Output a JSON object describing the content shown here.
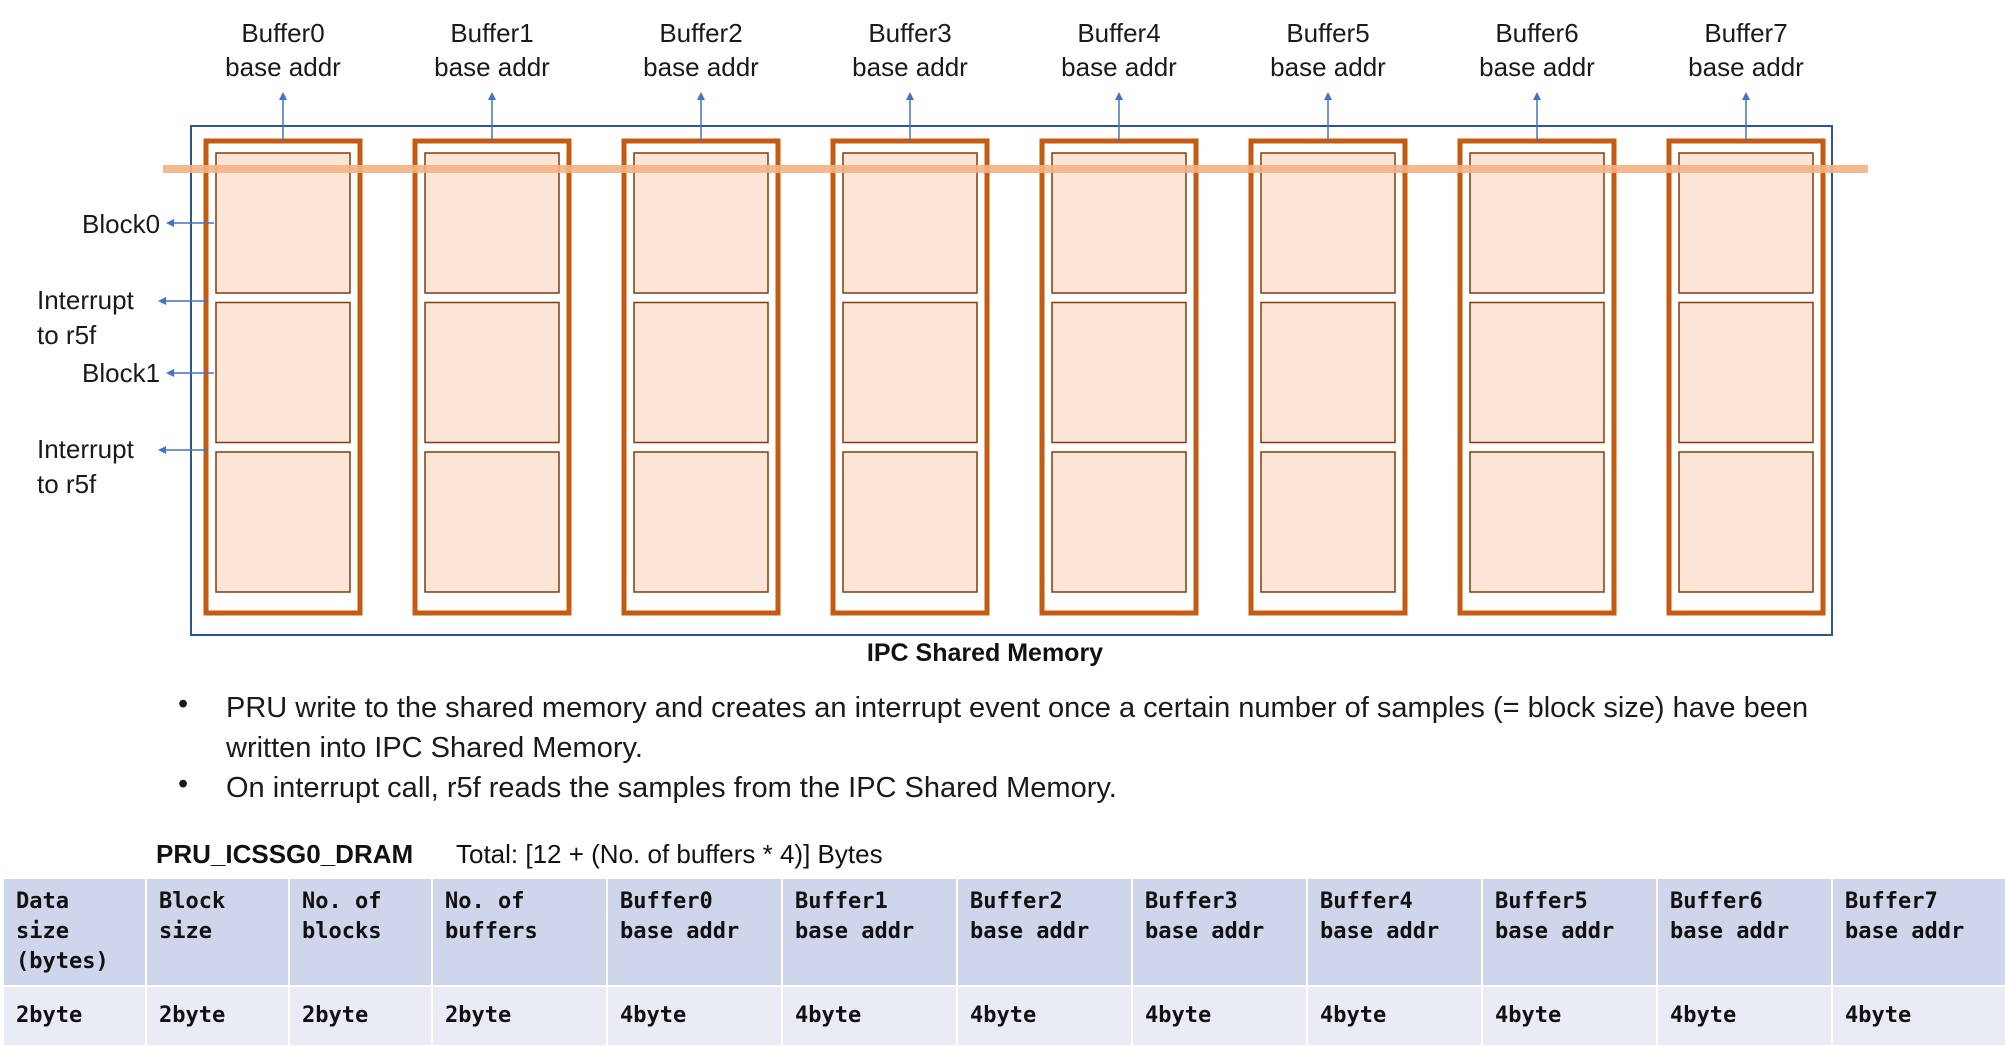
{
  "diagram": {
    "buffers": [
      {
        "name": "Buffer0",
        "addr_label": "base addr"
      },
      {
        "name": "Buffer1",
        "addr_label": "base addr"
      },
      {
        "name": "Buffer2",
        "addr_label": "base addr"
      },
      {
        "name": "Buffer3",
        "addr_label": "base addr"
      },
      {
        "name": "Buffer4",
        "addr_label": "base addr"
      },
      {
        "name": "Buffer5",
        "addr_label": "base addr"
      },
      {
        "name": "Buffer6",
        "addr_label": "base addr"
      },
      {
        "name": "Buffer7",
        "addr_label": "base addr"
      }
    ],
    "blocks_per_buffer": 3,
    "side_labels": {
      "block0": "Block0",
      "interrupt1_line1": "Interrupt",
      "interrupt1_line2": "to r5f",
      "block1": "Block1",
      "interrupt2_line1": "Interrupt",
      "interrupt2_line2": "to r5f"
    },
    "memory_label": "IPC Shared Memory",
    "colors": {
      "buffer_border": "#c55a11",
      "block_fill": "#fbe5d6",
      "block_border": "#843c0c",
      "bus_line": "#f4b183",
      "memory_border": "#2f5597",
      "arrow": "#4472c4"
    }
  },
  "bullets": [
    "PRU write to the shared memory and creates an interrupt event once a certain number of samples (= block size) have been written into IPC Shared Memory.",
    "On interrupt call, r5f reads the samples from the IPC Shared Memory."
  ],
  "dram": {
    "title": "PRU_ICSSG0_DRAM",
    "total": "Total: [12 + (No. of buffers * 4)] Bytes",
    "headers": [
      [
        "Data",
        "size",
        "(bytes)"
      ],
      [
        "Block",
        "size"
      ],
      [
        "No. of",
        "blocks"
      ],
      [
        "No. of",
        "buffers"
      ],
      [
        "Buffer0",
        "base addr"
      ],
      [
        "Buffer1",
        "base addr"
      ],
      [
        "Buffer2",
        "base addr"
      ],
      [
        "Buffer3",
        "base addr"
      ],
      [
        "Buffer4",
        "base addr"
      ],
      [
        "Buffer5",
        "base addr"
      ],
      [
        "Buffer6",
        "base addr"
      ],
      [
        "Buffer7",
        "base addr"
      ]
    ],
    "sizes": [
      "2byte",
      "2byte",
      "2byte",
      "2byte",
      "4byte",
      "4byte",
      "4byte",
      "4byte",
      "4byte",
      "4byte",
      "4byte",
      "4byte"
    ]
  }
}
